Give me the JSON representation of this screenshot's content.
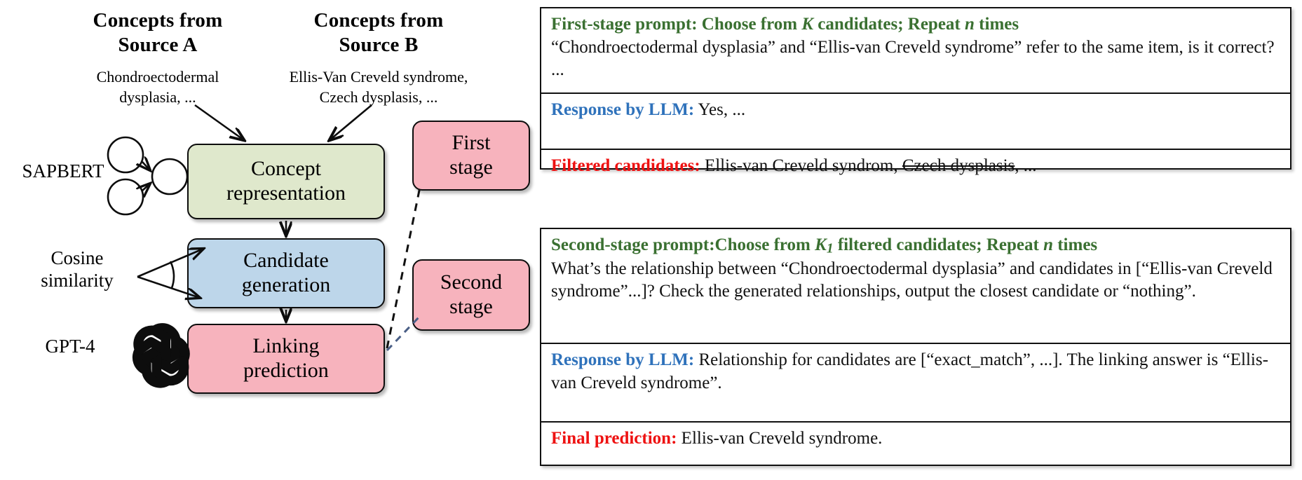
{
  "left": {
    "columns": [
      {
        "title_line1": "Concepts from",
        "title_line2": "Source A",
        "sub_line1": "Chondroectodermal",
        "sub_line2": "dysplasia, ..."
      },
      {
        "title_line1": "Concepts from",
        "title_line2": "Source B",
        "sub_line1": "Ellis-Van Creveld syndrome,",
        "sub_line2": "Czech dysplasis, ..."
      }
    ],
    "boxes": [
      {
        "id": "concept-representation",
        "line1": "Concept",
        "line2": "representation",
        "color": "#dfe8cc"
      },
      {
        "id": "candidate-generation",
        "line1": "Candidate",
        "line2": "generation",
        "color": "#bdd6ea"
      },
      {
        "id": "linking-prediction",
        "line1": "Linking",
        "line2": "prediction",
        "color": "#f7b3bd"
      }
    ],
    "stages": [
      {
        "id": "first-stage",
        "line1": "First",
        "line2": "stage",
        "color": "#f7b3bd"
      },
      {
        "id": "second-stage",
        "line1": "Second",
        "line2": "stage",
        "color": "#f7b3bd"
      }
    ],
    "side_labels": [
      {
        "id": "sapbert",
        "line1": "SAPBERT",
        "line2": ""
      },
      {
        "id": "cosine",
        "line1": "Cosine",
        "line2": "similarity"
      },
      {
        "id": "gpt4",
        "line1": "GPT-4",
        "line2": ""
      }
    ],
    "icons": {
      "neural_network": "neural-network-icon",
      "angle": "angle-icon",
      "openai": "openai-logo-icon"
    }
  },
  "panels": [
    {
      "id": "first-stage-panel",
      "rows": [
        {
          "id": "first-stage-prompt",
          "label": "First-stage prompt: Choose from ",
          "label_color": "#3a7031",
          "label_italic1": "K",
          "label_mid": " candidates; Repeat ",
          "label_italic2": "n",
          "label_tail": " times",
          "body": "“Chondroectodermal dysplasia” and “Ellis-van Creveld syndrome” refer to the same item, is it correct? ..."
        },
        {
          "id": "response-by-llm-1",
          "label": "Response by LLM:",
          "label_color": "#2f72bb",
          "body": " Yes, ..."
        },
        {
          "id": "filtered-candidates",
          "label": "Filtered candidates:",
          "label_color": "#ee1111",
          "body_pre": " Ellis-van Creveld syndrom, ",
          "body_strike": "Czech dysplasis",
          "body_post": ", ..."
        }
      ]
    },
    {
      "id": "second-stage-panel",
      "rows": [
        {
          "id": "second-stage-prompt",
          "label": "Second-stage prompt:Choose from ",
          "label_color": "#3a7031",
          "label_italic1": "K",
          "label_sub": "1",
          "label_mid": " filtered candidates; Repeat ",
          "label_italic2": "n",
          "label_tail": " times",
          "body": "What’s the relationship between “Chondroectodermal dysplasia” and candidates in [“Ellis-van Creveld syndrome”...]? Check the generated relationships, output the closest candidate or “nothing”."
        },
        {
          "id": "response-by-llm-2",
          "label": "Response by LLM:",
          "label_color": "#2f72bb",
          "body": " Relationship for candidates are [“exact_match”, ...]. The linking answer is “Ellis-van Creveld syndrome”."
        },
        {
          "id": "final-prediction",
          "label": "Final prediction:",
          "label_color": "#ee1111",
          "body": " Ellis-van Creveld syndrome."
        }
      ]
    }
  ]
}
